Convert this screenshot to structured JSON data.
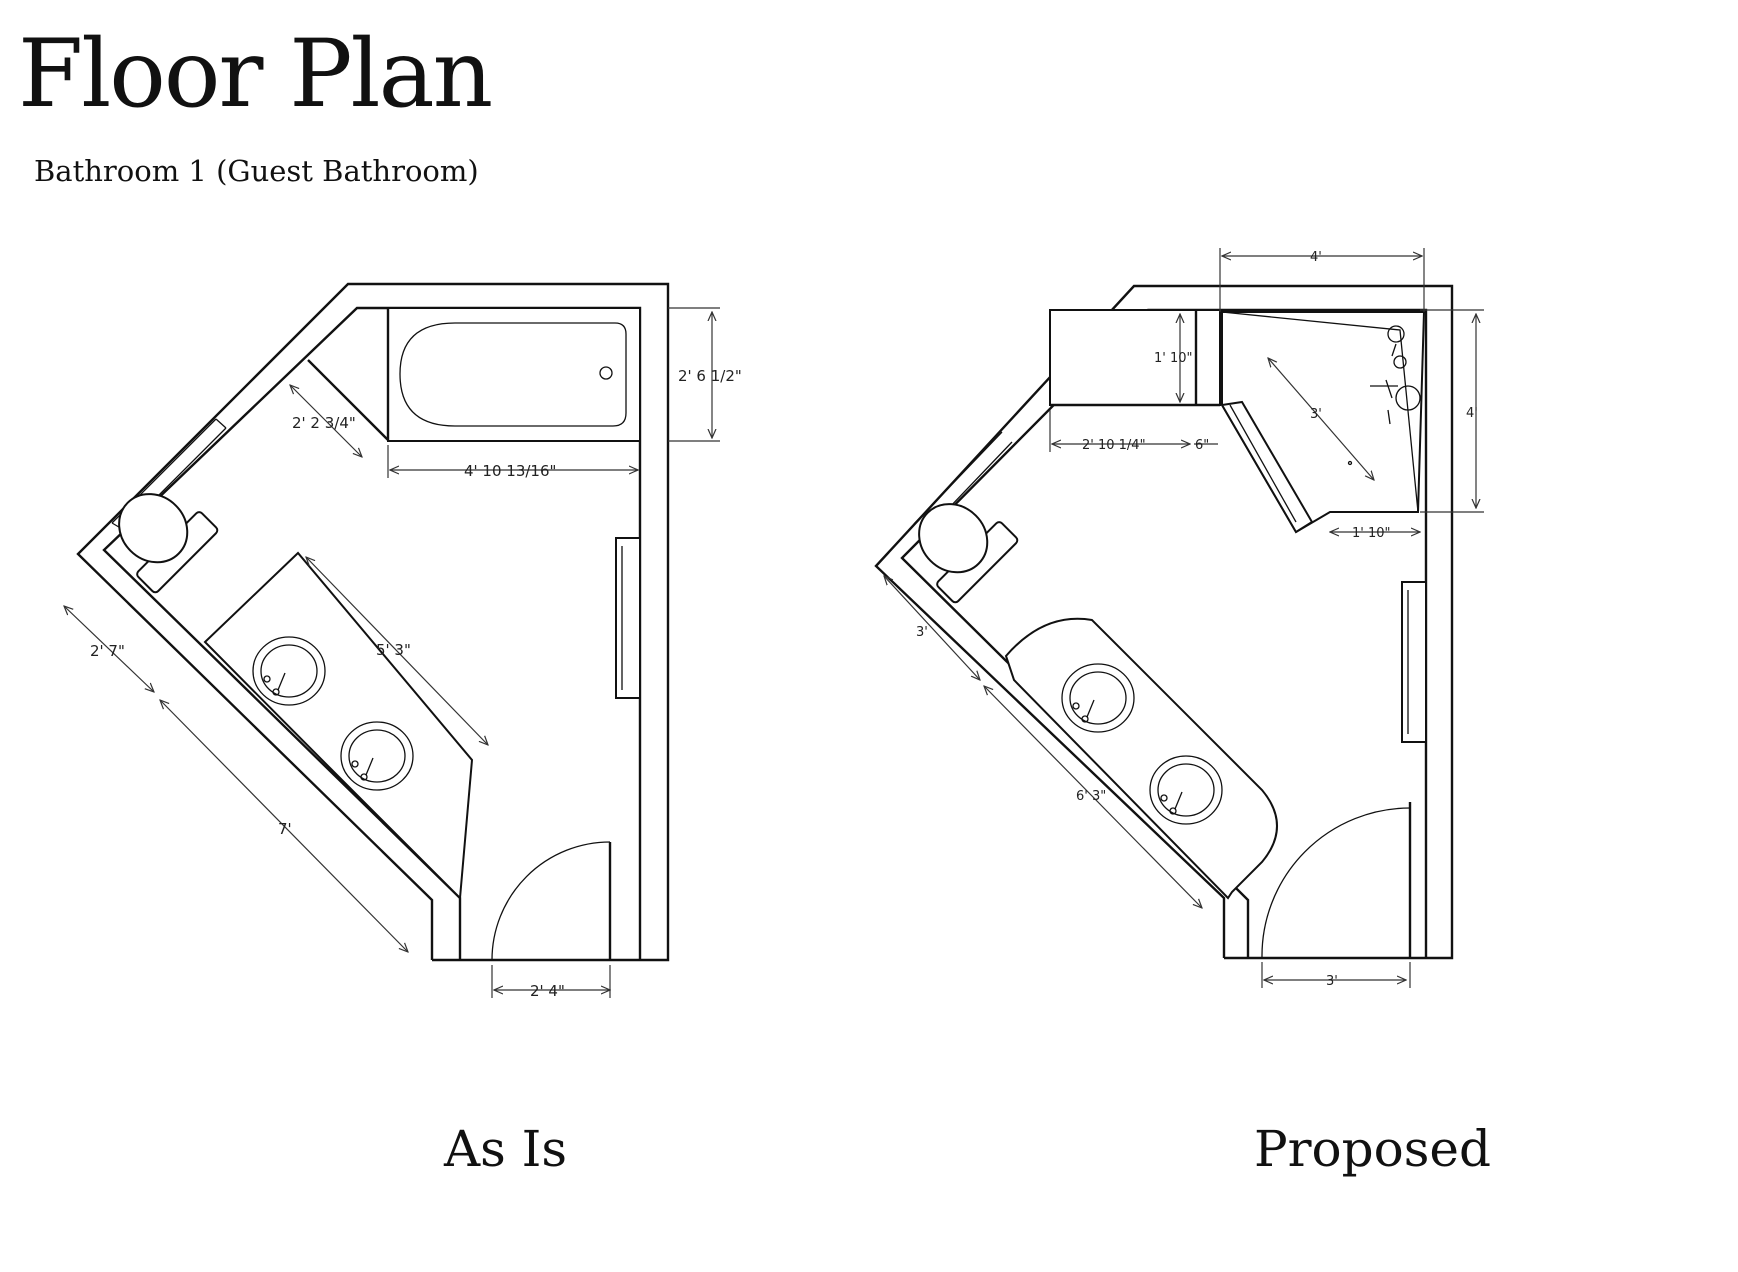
{
  "header": {
    "title": "Floor Plan",
    "subtitle": "Bathroom 1 (Guest Bathroom)"
  },
  "plans": {
    "as_is": {
      "caption": "As Is",
      "dimensions": {
        "tub_height": "2' 6 1/2\"",
        "corner_gap": "2' 2 3/4\"",
        "tub_length": "4' 10 13/16\"",
        "vanity_length": "5' 3\"",
        "toilet_wall": "2' 7\"",
        "diagonal_wall": "7'",
        "door_width": "2' 4\""
      }
    },
    "proposed": {
      "caption": "Proposed",
      "dimensions": {
        "top_width": "4'",
        "shower_height": "4'",
        "niche_depth": "1' 10\"",
        "shower_diag": "3'",
        "shelf_length": "2' 10 1/4\"",
        "shelf_gap": "6\"",
        "shower_bottom": "1' 10\"",
        "toilet_wall": "3'",
        "vanity_wall": "6' 3\"",
        "door_width": "3'"
      }
    }
  },
  "colors": {
    "line": "#111111",
    "background": "#ffffff"
  }
}
